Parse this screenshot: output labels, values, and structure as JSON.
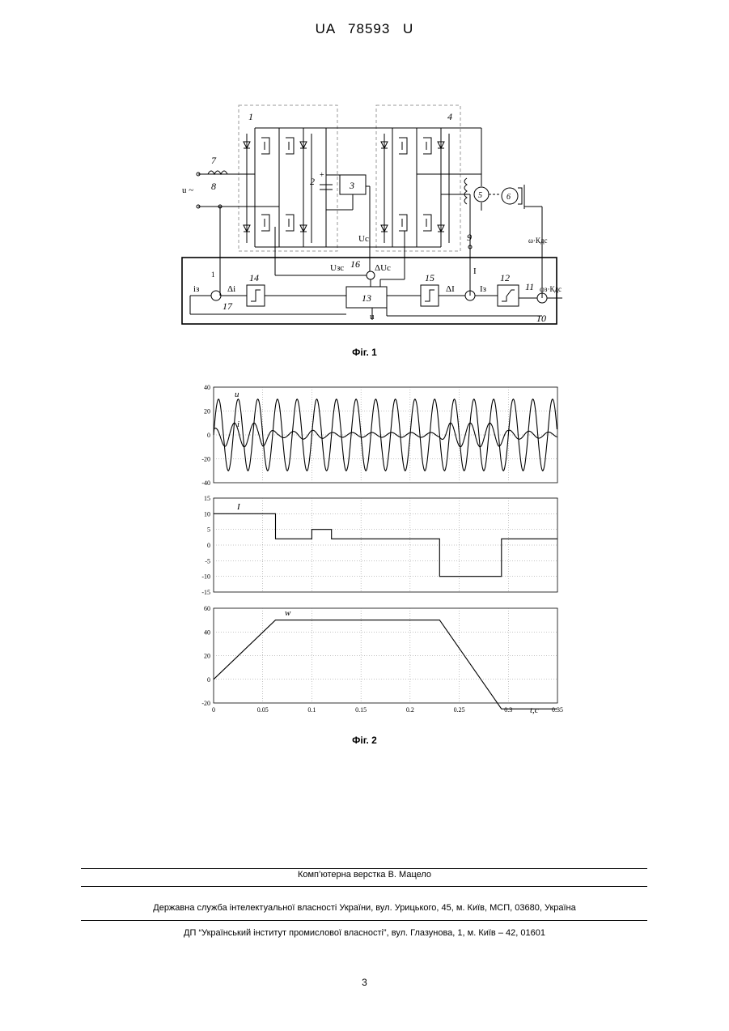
{
  "header": {
    "title": "UA   78593   U"
  },
  "figure1": {
    "caption": "Фіг. 1",
    "labels": {
      "n1": "1",
      "n2": "2",
      "n3": "3",
      "n4": "4",
      "n5": "5",
      "n6": "6",
      "n7": "7",
      "n8": "8",
      "n9": "9",
      "n10": "10",
      "n11": "11",
      "n12": "12",
      "n13": "13",
      "n14": "14",
      "n15": "15",
      "n16": "16",
      "n17": "17",
      "u_src": "u ~",
      "uc": "Uc",
      "uzc": "Uзс",
      "duc": "ΔUc",
      "ia": "iз",
      "di": "Δi",
      "I": "I",
      "dI": "ΔI",
      "Iz": "Iз",
      "u": "u",
      "wk": "ω·Кдс",
      "wzk": "ωз·Кдс",
      "one": "1",
      "plus": "+",
      "minus": "−"
    }
  },
  "figure2": {
    "caption": "Фіг. 2",
    "x_label": "t,c",
    "chart_data": [
      {
        "type": "line",
        "series": [
          {
            "name": "u",
            "x": [
              0,
              0.35
            ],
            "amplitude": 30,
            "frequency_hz": 50
          },
          {
            "name": "i",
            "x": [
              0,
              0.0125,
              0.05,
              0.055,
              0.065,
              0.1,
              0.12,
              0.23,
              0.24,
              0.25,
              0.29,
              0.3,
              0.35
            ],
            "amplitude": [
              5,
              10,
              10,
              6,
              2,
              4,
              2,
              2,
              10,
              10,
              10,
              4,
              2
            ]
          }
        ],
        "ylim": [
          -40,
          40
        ],
        "yticks": [
          40,
          20,
          0,
          -20,
          -40
        ],
        "xlim": [
          0,
          0.35
        ],
        "grid": true
      },
      {
        "type": "line",
        "series": [
          {
            "name": "I",
            "x": [
              0,
              0.063,
              0.063,
              0.1,
              0.1,
              0.12,
              0.12,
              0.23,
              0.23,
              0.293,
              0.293,
              0.35
            ],
            "y": [
              10,
              10,
              2,
              2,
              5,
              5,
              2,
              2,
              -10,
              -10,
              2,
              2
            ]
          }
        ],
        "ylim": [
          -15,
          15
        ],
        "yticks": [
          15,
          10,
          5,
          0,
          -5,
          -10,
          -15
        ],
        "xlim": [
          0,
          0.35
        ],
        "grid": true
      },
      {
        "type": "line",
        "series": [
          {
            "name": "w",
            "x": [
              0,
              0.063,
              0.23,
              0.293,
              0.35
            ],
            "y": [
              0,
              50,
              50,
              -25,
              -25
            ]
          }
        ],
        "ylim": [
          -20,
          60
        ],
        "yticks": [
          60,
          40,
          20,
          0,
          -20
        ],
        "xlim": [
          0,
          0.35
        ],
        "xticks": [
          "0",
          "0.05",
          "0.1",
          "0.15",
          "0.2",
          "0.25",
          "0.3",
          "0.35"
        ],
        "grid": true
      }
    ]
  },
  "footer": {
    "line1": "Комп’ютерна верстка В. Мацело",
    "line2": "Державна служба інтелектуальної власності України, вул. Урицького, 45, м. Київ, МСП, 03680, Україна",
    "line3": "ДП “Український інститут промислової власності”, вул. Глазунова, 1, м. Київ – 42, 01601",
    "page_number": "3"
  }
}
